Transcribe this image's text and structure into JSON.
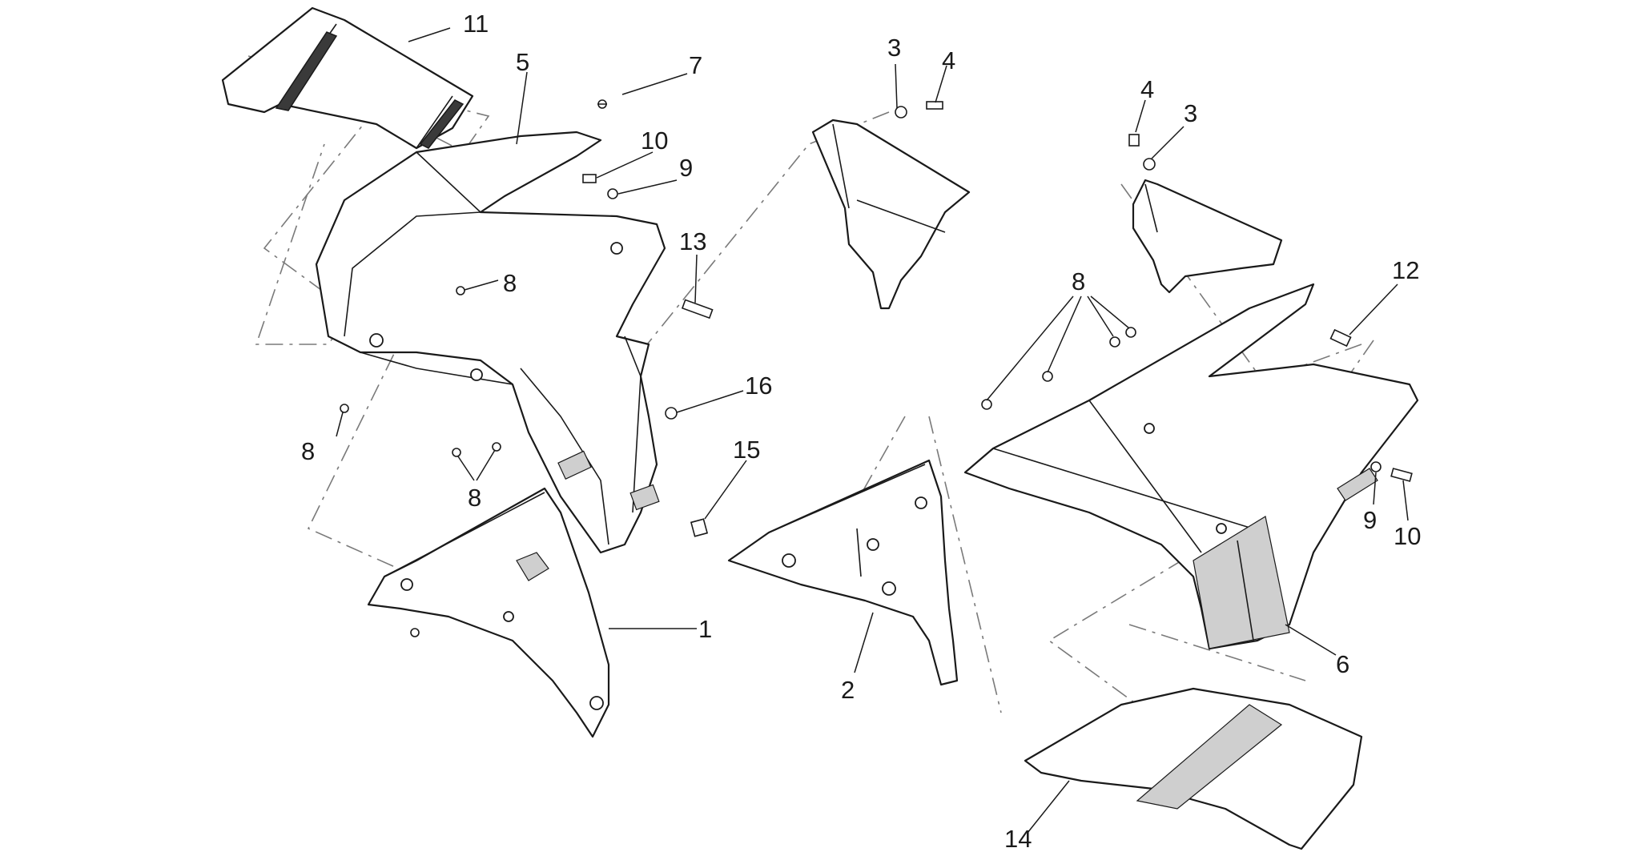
{
  "diagram": {
    "callouts": [
      {
        "id": "c11",
        "label": "11"
      },
      {
        "id": "c5",
        "label": "5"
      },
      {
        "id": "c7",
        "label": "7"
      },
      {
        "id": "c10a",
        "label": "10"
      },
      {
        "id": "c9a",
        "label": "9"
      },
      {
        "id": "c13",
        "label": "13"
      },
      {
        "id": "c8a",
        "label": "8"
      },
      {
        "id": "c8b",
        "label": "8"
      },
      {
        "id": "c8c",
        "label": "8"
      },
      {
        "id": "c16",
        "label": "16"
      },
      {
        "id": "c15",
        "label": "15"
      },
      {
        "id": "c1",
        "label": "1"
      },
      {
        "id": "c2",
        "label": "2"
      },
      {
        "id": "c3a",
        "label": "3"
      },
      {
        "id": "c4a",
        "label": "4"
      },
      {
        "id": "c4b",
        "label": "4"
      },
      {
        "id": "c3b",
        "label": "3"
      },
      {
        "id": "c8d",
        "label": "8"
      },
      {
        "id": "c12",
        "label": "12"
      },
      {
        "id": "c9b",
        "label": "9"
      },
      {
        "id": "c10b",
        "label": "10"
      },
      {
        "id": "c6",
        "label": "6"
      },
      {
        "id": "c14",
        "label": "14"
      }
    ]
  }
}
